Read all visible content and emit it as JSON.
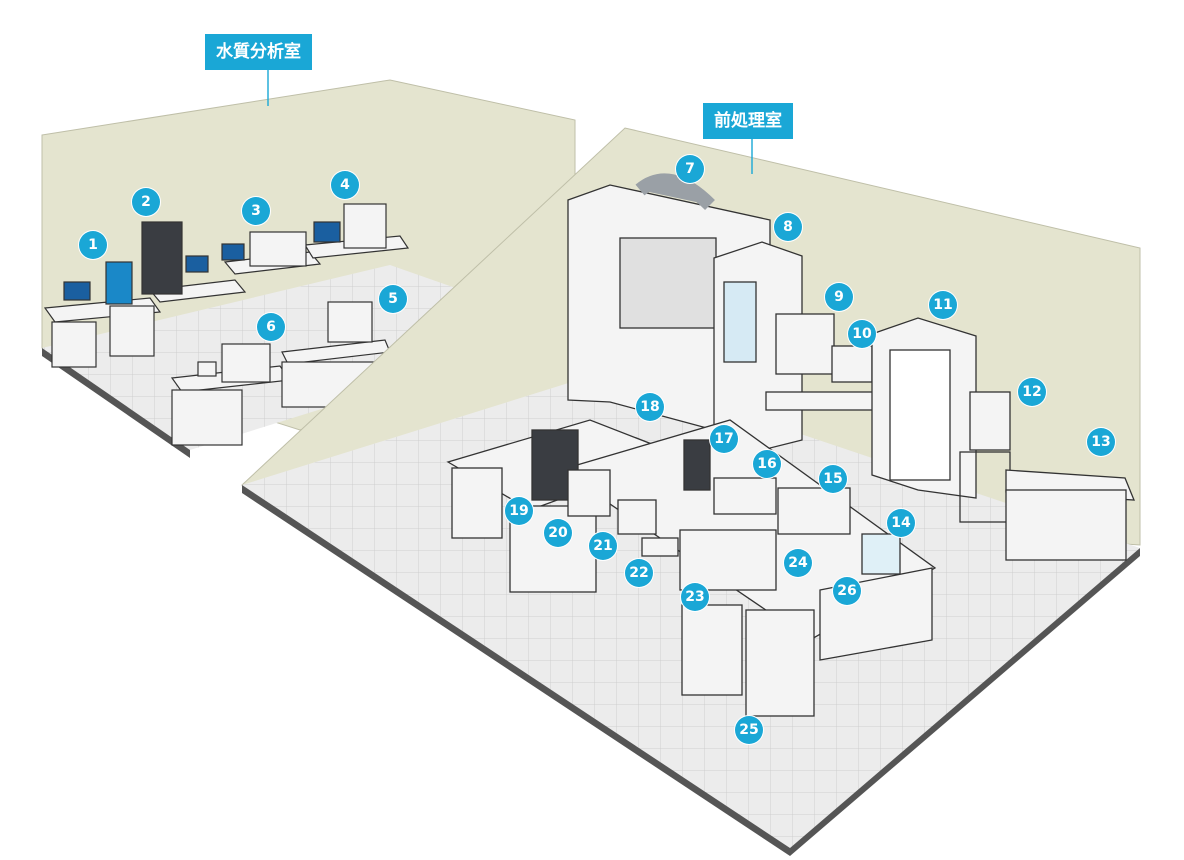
{
  "rooms": {
    "water_quality": "水質分析室",
    "pretreatment": "前処理室"
  },
  "colors": {
    "accent": "#1aa7d6",
    "wall": "#e4e4cf",
    "floor": "#ececec",
    "grid": "#cfcfcf",
    "outline": "#333333",
    "equipment": "#f4f4f4",
    "dark_equipment": "#3a3d42"
  },
  "markers": [
    "1",
    "2",
    "3",
    "4",
    "5",
    "6",
    "7",
    "8",
    "9",
    "10",
    "11",
    "12",
    "13",
    "14",
    "15",
    "16",
    "17",
    "18",
    "19",
    "20",
    "21",
    "22",
    "23",
    "24",
    "25",
    "26"
  ]
}
